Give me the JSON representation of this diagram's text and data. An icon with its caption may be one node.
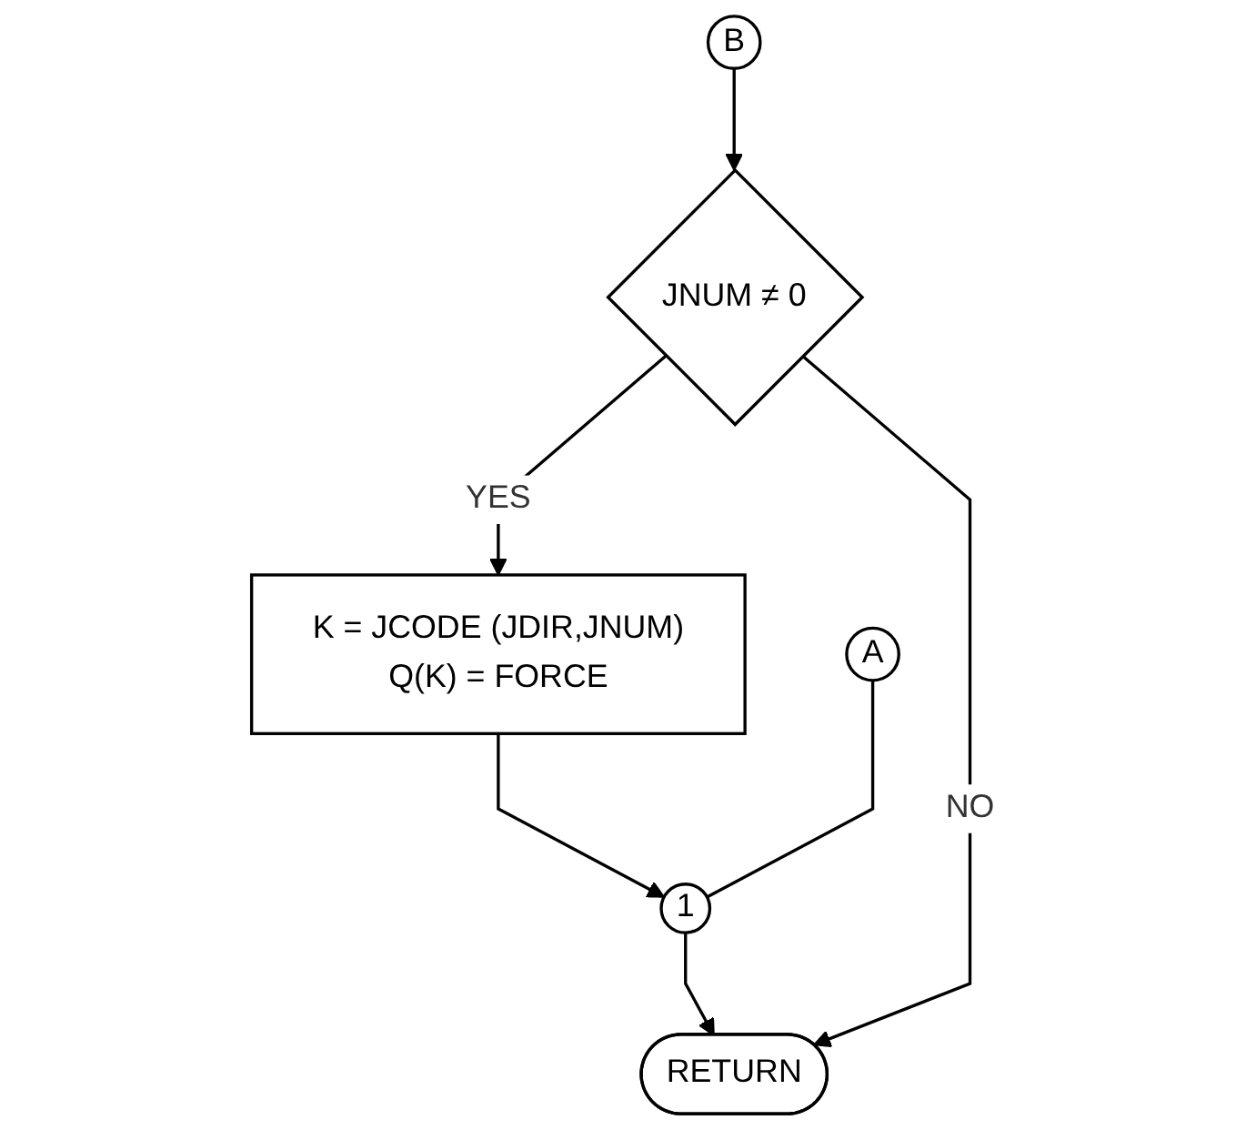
{
  "diagram": {
    "nodes": [
      {
        "text": [
          "A"
        ]
      },
      {
        "text": [
          "B"
        ]
      },
      {
        "text": [
          "JNUM ≠ 0"
        ]
      },
      {
        "text": [
          "K = JCODE (JDIR,JNUM)",
          "Q(K) = FORCE"
        ]
      },
      {
        "text": [
          "1"
        ]
      },
      {
        "text": [
          "RETURN"
        ]
      }
    ],
    "edges": [
      {
        "from": 1,
        "to": 2,
        "arrow": "to"
      },
      {
        "from": 2,
        "to": 3,
        "label": "YES",
        "arrow": "to"
      },
      {
        "from": 3,
        "to": 4,
        "arrow": "to"
      },
      {
        "from": 0,
        "to": 4,
        "arrow": "none"
      },
      {
        "from": 4,
        "to": 5,
        "arrow": "to"
      },
      {
        "from": 2,
        "to": 5,
        "label": "NO",
        "arrow": "to"
      }
    ]
  }
}
